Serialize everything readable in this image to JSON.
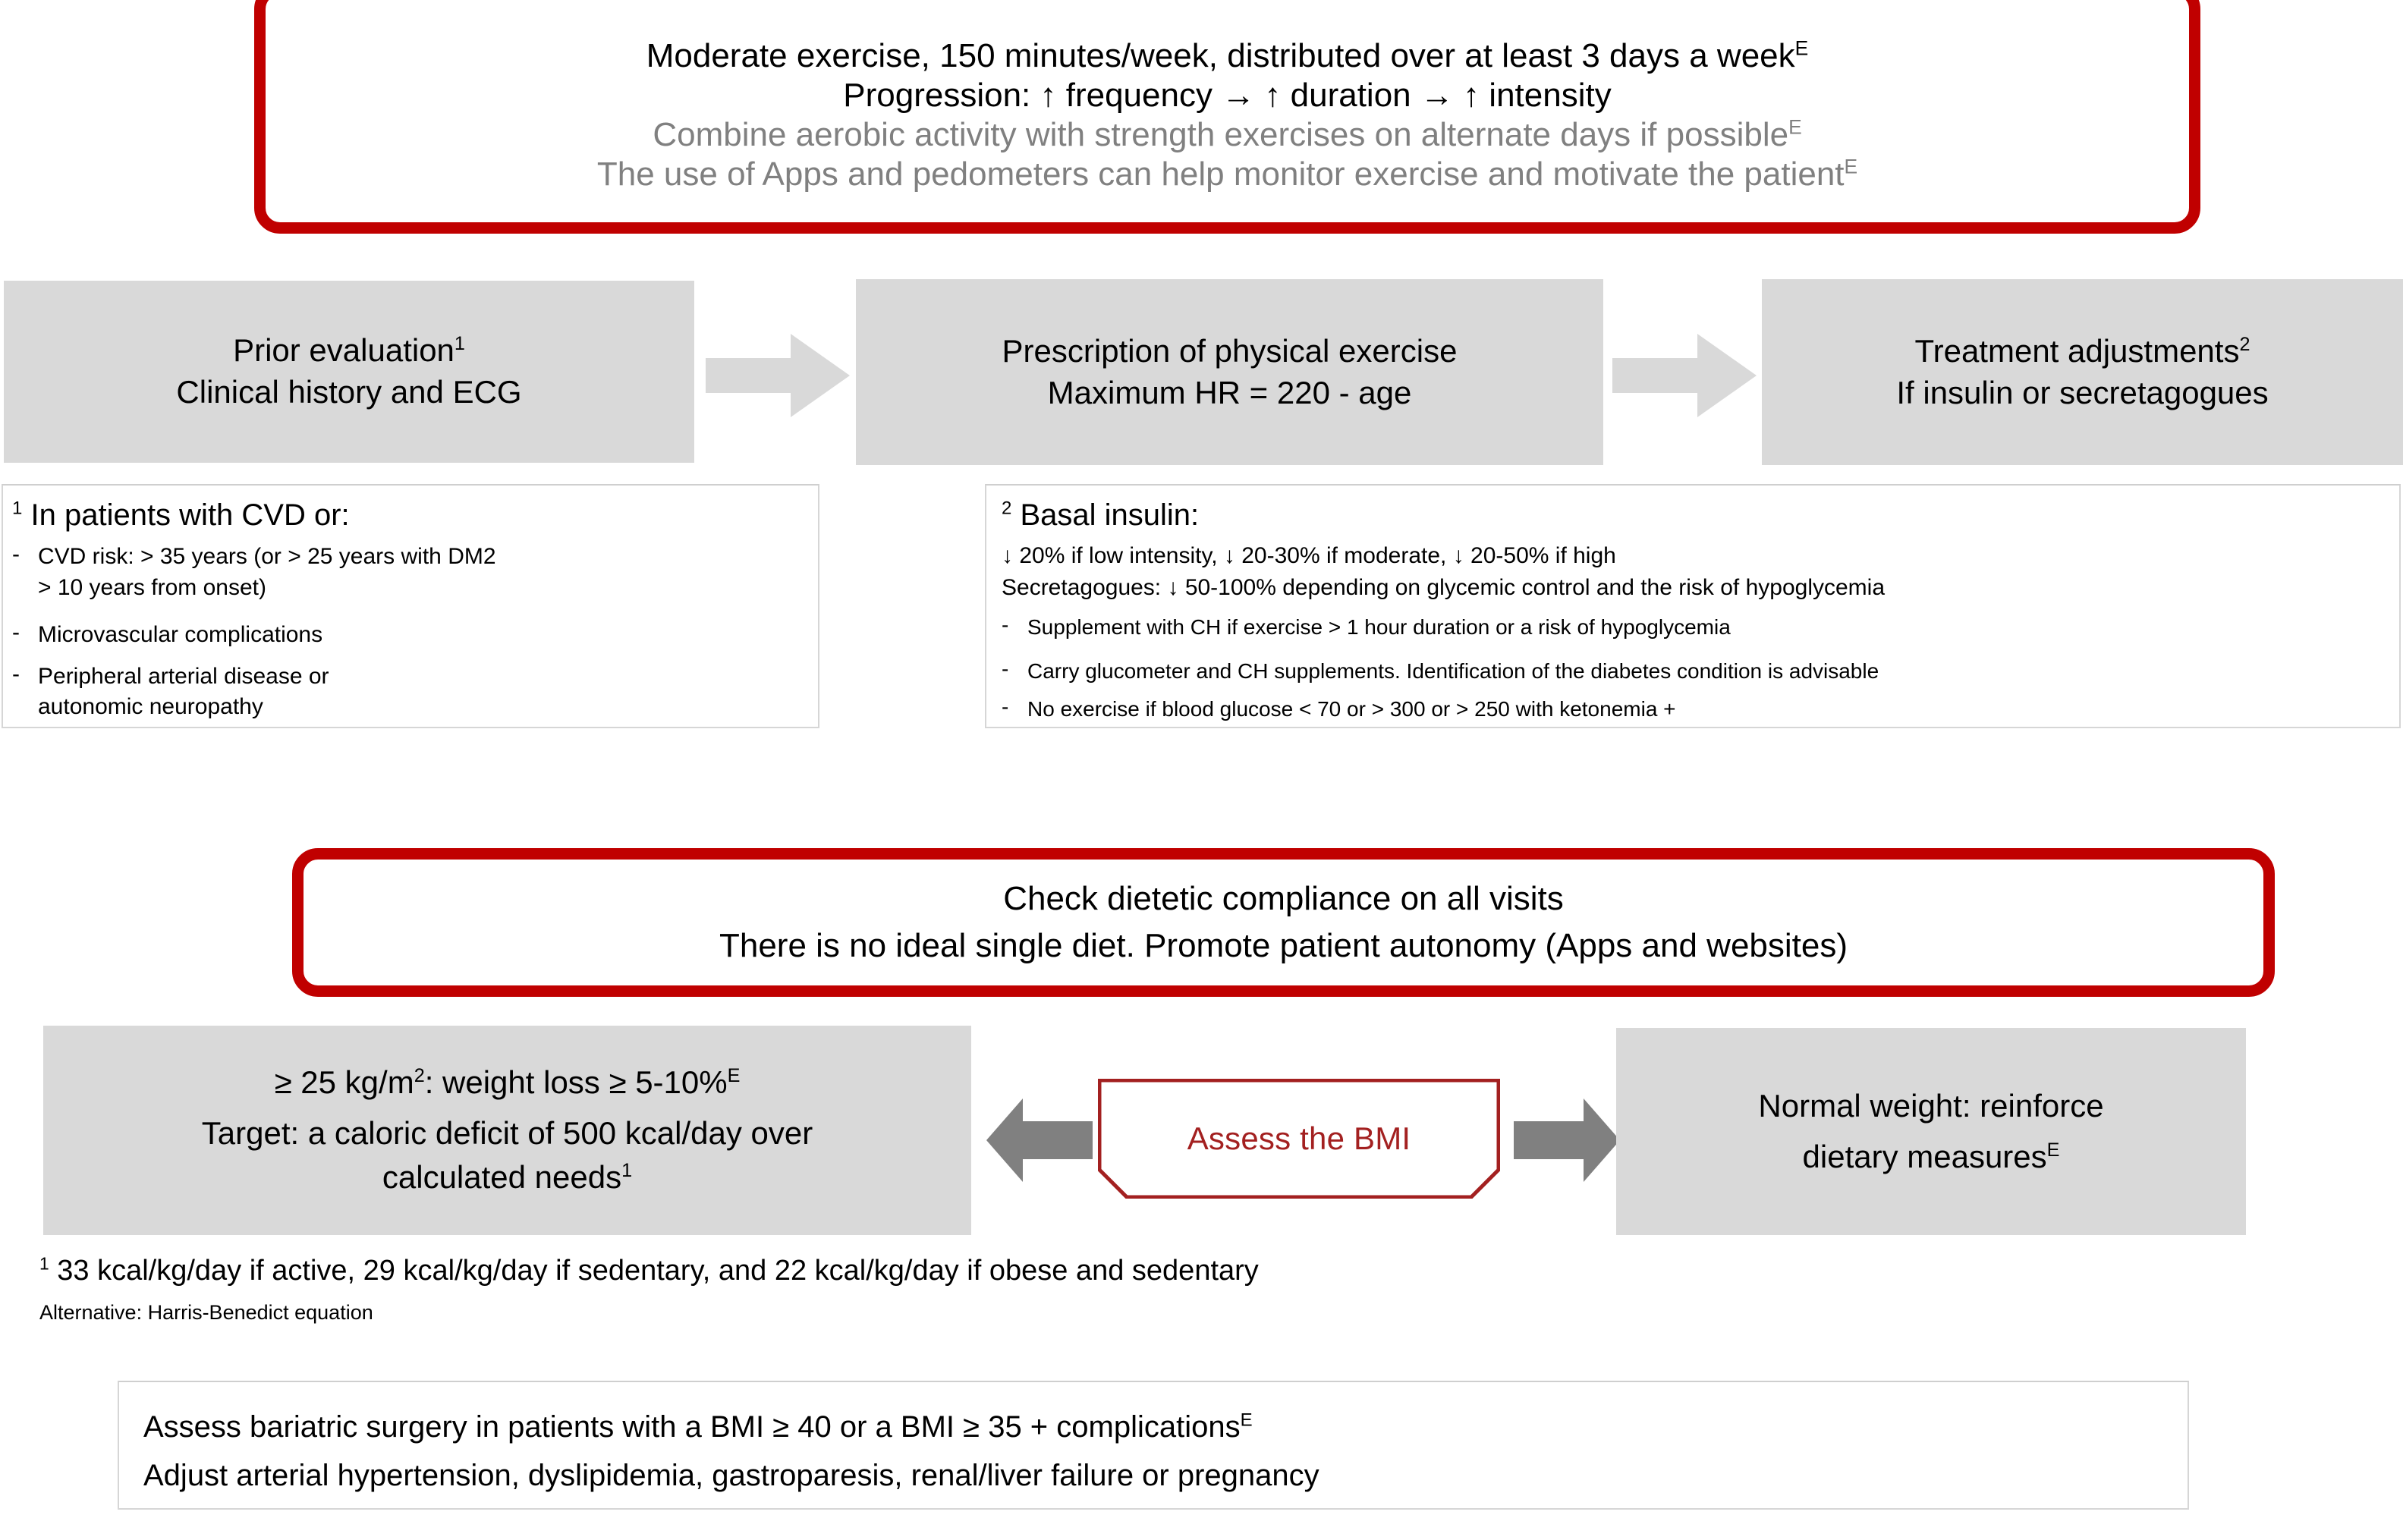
{
  "exercise_callout": {
    "lines": [
      {
        "text": "Moderate exercise, 150 minutes/week, distributed over at least 3 days a week",
        "sup": "E",
        "color": "black"
      },
      {
        "text": "Progression: ↑ frequency → ↑ duration → ↑ intensity",
        "sup": "",
        "color": "black"
      },
      {
        "text": "Combine aerobic activity with strength exercises on alternate days if possible",
        "sup": "E",
        "color": "gray"
      },
      {
        "text": "The use of Apps and pedometers can help monitor exercise and motivate the patient",
        "sup": "E",
        "color": "gray"
      }
    ]
  },
  "exercise_flow": {
    "step1": {
      "line1": "Prior evaluation",
      "sup1": "1",
      "line2": "Clinical history and ECG"
    },
    "step2": {
      "line1": "Prescription of physical exercise",
      "line2": "Maximum HR = 220 - age"
    },
    "step3": {
      "line1": "Treatment adjustments",
      "sup1": "2",
      "line2": "If insulin or secretagogues"
    }
  },
  "footnote1": {
    "marker": "1",
    "heading": "In patients with CVD or:",
    "items": [
      "CVD risk: > 35 years (or > 25 years with DM2\n> 10 years from onset)",
      "Microvascular complications",
      "Peripheral arterial disease or\nautonomic neuropathy"
    ]
  },
  "footnote2": {
    "marker": "2",
    "heading": "Basal insulin:",
    "paragraphs": [
      "↓ 20% if low intensity, ↓ 20-30% if moderate, ↓ 20-50% if high",
      "Secretagogues: ↓ 50-100% depending on glycemic control and the risk of hypoglycemia"
    ],
    "items": [
      "Supplement with CH if exercise > 1 hour duration or a risk of hypoglycemia",
      "Carry glucometer and CH supplements. Identification of the diabetes condition is advisable",
      "No exercise if blood glucose < 70 or > 300 or > 250 with ketonemia +"
    ]
  },
  "diet_callout": {
    "lines": [
      {
        "text": "Check dietetic compliance on all visits",
        "sup": ""
      },
      {
        "text": "There is no ideal single diet. Promote patient autonomy (Apps and websites)",
        "sup": ""
      }
    ]
  },
  "bmi_flow": {
    "overweight": {
      "line1_pre": "≥ 25 kg/m",
      "line1_sup": "2",
      "line1_post": ": weight loss ≥ 5-10%",
      "line1_sup2": "E",
      "line2": "Target: a caloric deficit of 500 kcal/day over",
      "line3": "calculated needs",
      "line3_sup": "1"
    },
    "center": {
      "label": "Assess the BMI",
      "color": "#A32020"
    },
    "normal": {
      "line1": "Normal weight: reinforce",
      "line2": "dietary measures",
      "line2_sup": "E"
    },
    "arrow_color": "#808080"
  },
  "bmi_footnote": {
    "marker": "1",
    "line1": "33 kcal/kg/day if active, 29 kcal/kg/day if sedentary, and 22 kcal/kg/day if obese and sedentary",
    "line2": "Alternative: Harris-Benedict equation"
  },
  "bariatric_panel": {
    "line1": "Assess bariatric surgery in patients with a BMI ≥ 40 or a BMI ≥ 35 + complications",
    "line1_sup": "E",
    "line2": "Adjust arterial hypertension, dyslipidemia, gastroparesis, renal/liver failure or pregnancy"
  },
  "colors": {
    "callout_border": "#C00000",
    "box_fill": "#D9D9D9",
    "arrow_fill": "#D9D9D9",
    "bmi_arrow": "#808080",
    "accent_text": "#A32020",
    "muted_text": "#808080",
    "panel_border": "#D6D6D6"
  }
}
